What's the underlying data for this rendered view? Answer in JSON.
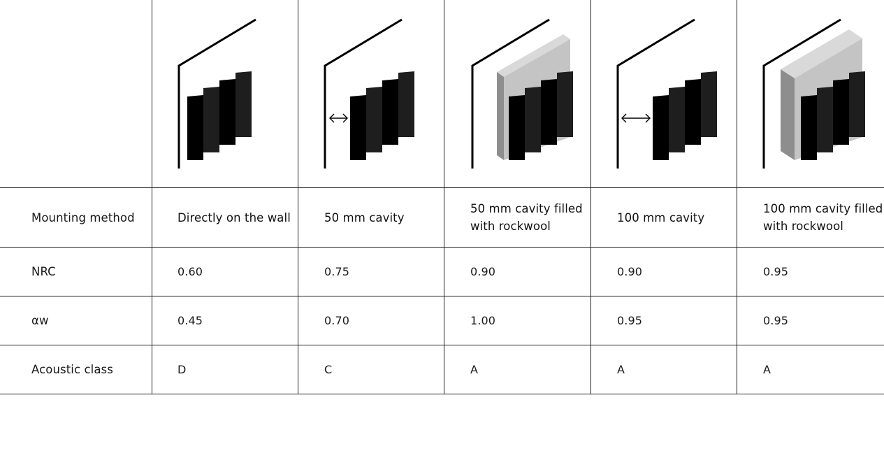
{
  "table": {
    "row_labels": {
      "mounting": "Mounting method",
      "nrc": "NRC",
      "aw": "αw",
      "acoustic_class": "Acoustic class"
    },
    "columns": [
      {
        "mounting_method": "Directly on the wall",
        "nrc": "0.60",
        "aw": "0.45",
        "acoustic_class": "D",
        "icon": "panel-directly-on-wall-icon"
      },
      {
        "mounting_method": "50 mm cavity",
        "nrc": "0.75",
        "aw": "0.70",
        "acoustic_class": "C",
        "icon": "panel-50mm-cavity-icon"
      },
      {
        "mounting_method": "50 mm cavity filled\nwith rockwool",
        "nrc": "0.90",
        "aw": "1.00",
        "acoustic_class": "A",
        "icon": "panel-50mm-rockwool-icon"
      },
      {
        "mounting_method": "100 mm cavity",
        "nrc": "0.90",
        "aw": "0.95",
        "acoustic_class": "A",
        "icon": "panel-100mm-cavity-icon"
      },
      {
        "mounting_method": "100 mm cavity filled\nwith rockwool",
        "nrc": "0.95",
        "aw": "0.95",
        "acoustic_class": "A",
        "icon": "panel-100mm-rockwool-icon"
      }
    ]
  },
  "colors": {
    "panel_black": "#000000",
    "panel_dark": "#1e1e1e",
    "rockwool_light": "#d9d9d9",
    "rockwool_mid": "#c4c4c4",
    "rockwool_dark": "#8e8e8e",
    "rule": "#222222"
  }
}
